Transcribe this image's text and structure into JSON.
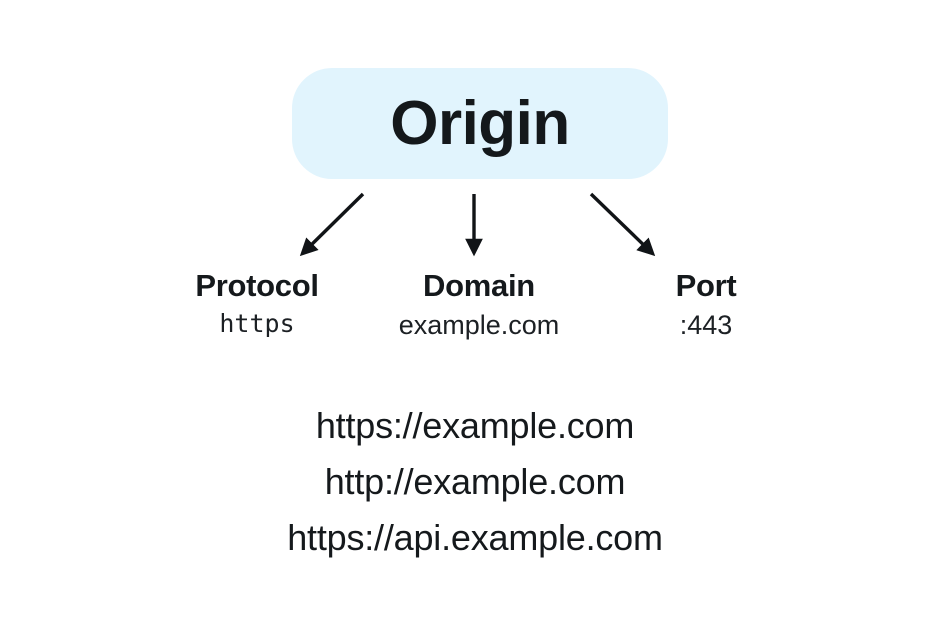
{
  "diagram": {
    "title": "Origin",
    "origin_box": {
      "label": "Origin",
      "background_color": "#e1f4fd",
      "text_color": "#14181b"
    },
    "parts": [
      {
        "name": "Protocol",
        "value": "https",
        "value_style": "mono",
        "arrow": "arrow-down-left"
      },
      {
        "name": "Domain",
        "value": "example.com",
        "value_style": "proportional",
        "arrow": "arrow-down"
      },
      {
        "name": "Port",
        "value": ":443",
        "value_style": "proportional",
        "arrow": "arrow-down-right"
      }
    ],
    "examples": [
      "https://example.com",
      "http://example.com",
      "https://api.example.com"
    ],
    "colors": {
      "page_background": "#ffffff",
      "accent": "#e1f4fd",
      "text": "#15191c",
      "arrow": "#111417"
    }
  }
}
